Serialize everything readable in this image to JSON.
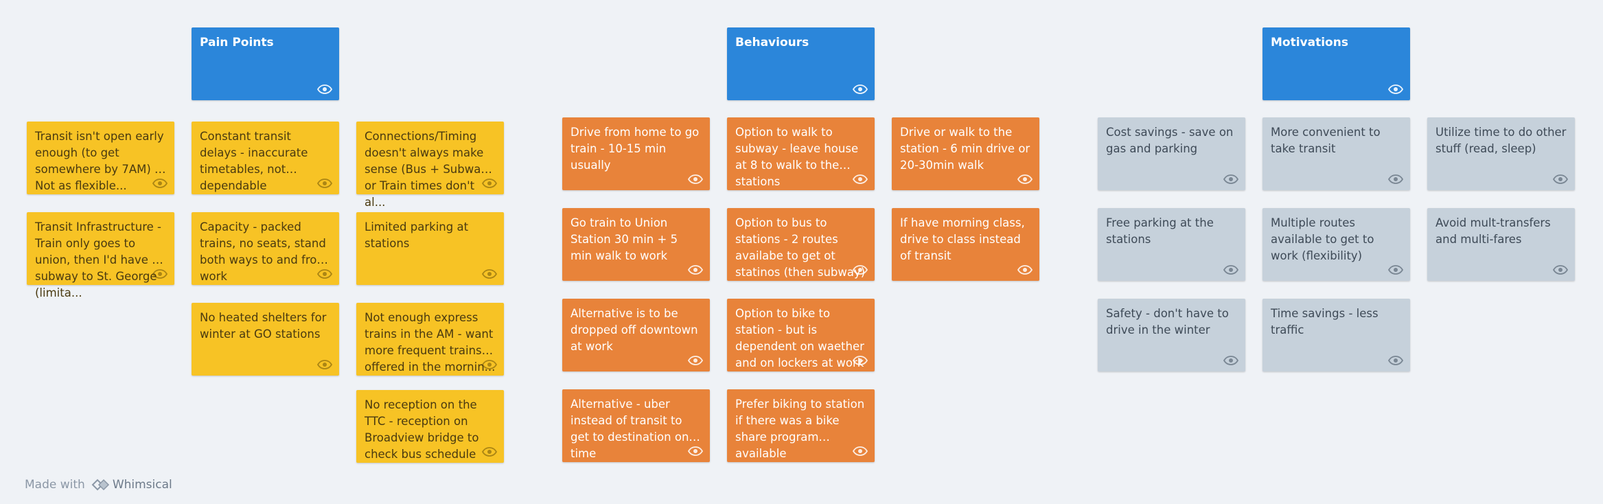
{
  "columns": [
    {
      "header": "Pain Points"
    },
    {
      "header": "Behaviours"
    },
    {
      "header": "Motivations"
    }
  ],
  "pain_points": [
    "Transit isn't open early enough (to get somewhere by 7AM) - Not as flexible...",
    "Transit Infrastructure - Train only goes to union, then I'd have to subway to St. George (limita...",
    "Constant transit delays - inaccurate timetables, not dependable",
    "Capacity - packed trains, no seats, stand both ways to and from work",
    "No heated shelters for winter at GO stations",
    "Connections/Timing doesn't always make sense (Bus + Subway or Train times don't al...",
    "Limited parking at stations",
    "Not enough express trains in the AM - want more frequent trains offered in the mornin...",
    "No reception on the TTC - reception on Broadview bridge to check bus schedule"
  ],
  "behaviours": [
    "Drive from home to go train - 10-15 min usually",
    "Go train to Union Station 30 min + 5 min walk to work",
    "Alternative is to be dropped off downtown at work",
    "Alternative - uber instead of transit to get to destination on time",
    "Option to walk to subway - leave house at 8 to walk to the stations",
    "Option to bus to stations - 2 routes availabe to get ot statinos (then subway)",
    "Option to bike to station - but is dependent on waether and on lockers at work",
    "Prefer biking to station if there was a bike share program available",
    "Drive or walk to the station - 6 min drive or 20-30min walk",
    "If have morning class, drive to class instead of transit"
  ],
  "motivations": [
    "Cost savings - save on gas and parking",
    "Free parking at the stations",
    "Safety - don't have to drive in the winter",
    "More convenient to take transit",
    "Multiple routes available to get to work (flexibility)",
    "Time savings - less traffic",
    "Utilize time to do other stuff (read, sleep)",
    "Avoid mult-transfers and multi-fares"
  ],
  "footer": {
    "made_with": "Made with",
    "brand": "Whimsical"
  },
  "colors": {
    "background": "#eff2f6",
    "header": "#2b86da",
    "pain_point": "#f7c325",
    "behaviour": "#e8833a",
    "motivation": "#c6d1db"
  },
  "icons": {
    "card_action": "eye-icon",
    "brand_logo": "whimsical-logo-icon"
  }
}
